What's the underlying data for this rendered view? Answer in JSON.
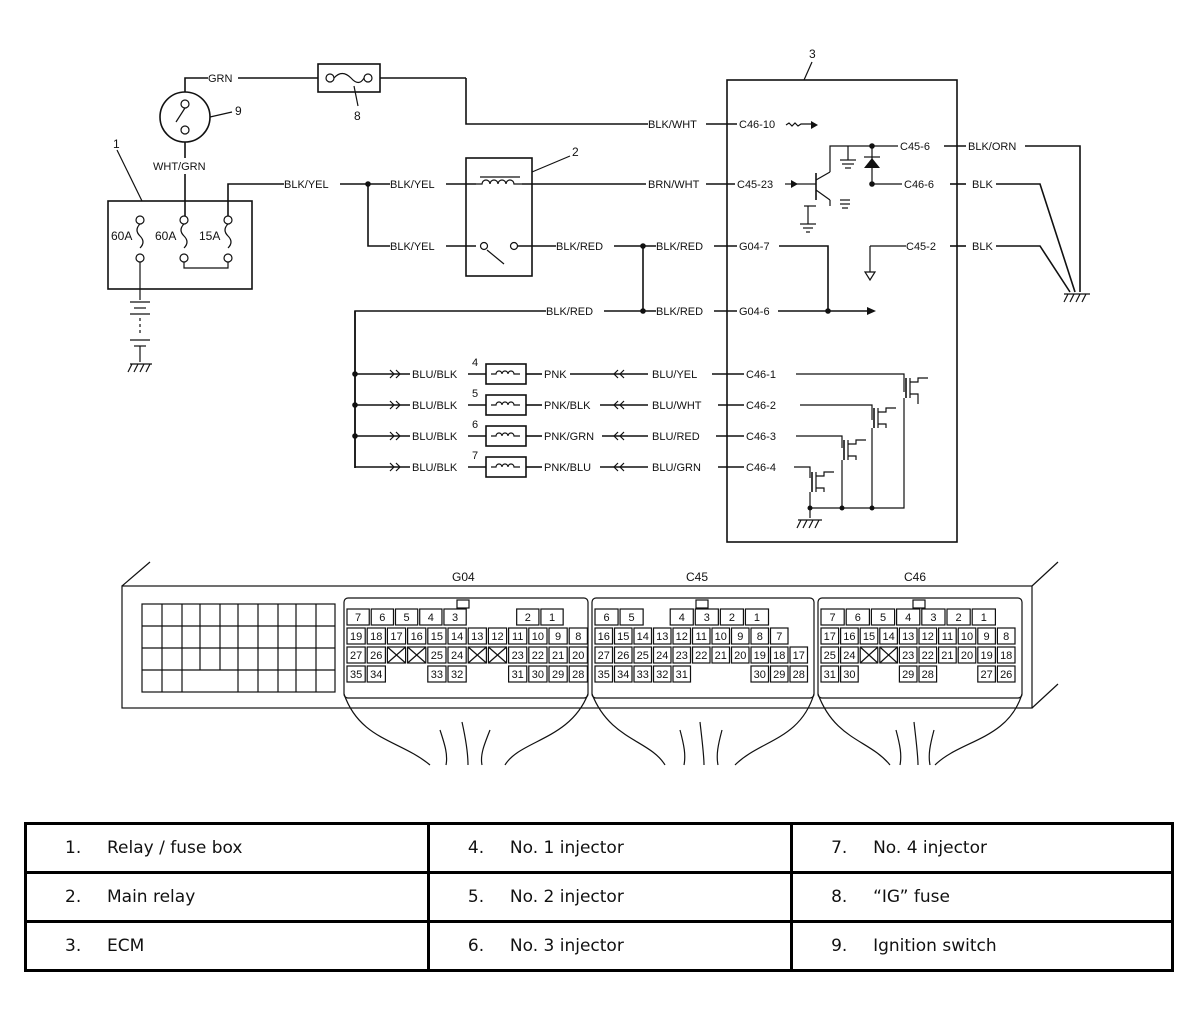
{
  "wire_labels": {
    "grn": "GRN",
    "wht_grn": "WHT/GRN",
    "blk_yel_1": "BLK/YEL",
    "blk_yel_2": "BLK/YEL",
    "blk_yel_3": "BLK/YEL",
    "blk_wht": "BLK/WHT",
    "brn_wht": "BRN/WHT",
    "blk_red_1": "BLK/RED",
    "blk_red_2": "BLK/RED",
    "blk_red_3": "BLK/RED",
    "blk_red_4": "BLK/RED",
    "blk_orn": "BLK/ORN",
    "blk_1": "BLK",
    "blk_2": "BLK",
    "blu_blk_1": "BLU/BLK",
    "blu_blk_2": "BLU/BLK",
    "blu_blk_3": "BLU/BLK",
    "blu_blk_4": "BLU/BLK",
    "pnk": "PNK",
    "pnk_blk": "PNK/BLK",
    "pnk_grn": "PNK/GRN",
    "pnk_blu": "PNK/BLU",
    "blu_yel": "BLU/YEL",
    "blu_wht": "BLU/WHT",
    "blu_red": "BLU/RED",
    "blu_grn": "BLU/GRN"
  },
  "terminals": {
    "c46_10": "C46-10",
    "c45_23": "C45-23",
    "g04_7": "G04-7",
    "g04_6": "G04-6",
    "c45_6": "C45-6",
    "c46_6": "C46-6",
    "c45_2": "C45-2",
    "c46_1": "C46-1",
    "c46_2": "C46-2",
    "c46_3": "C46-3",
    "c46_4": "C46-4"
  },
  "fuses": {
    "f1": "60A",
    "f2": "60A",
    "f3": "15A"
  },
  "callouts": {
    "c1": "1",
    "c2": "2",
    "c3": "3",
    "c4": "4",
    "c5": "5",
    "c6": "6",
    "c7": "7",
    "c8": "8",
    "c9": "9"
  },
  "connectors": {
    "g04": {
      "name": "G04",
      "rows": [
        [
          "7",
          "6",
          "5",
          "4",
          "3",
          "",
          "",
          "2",
          "1"
        ],
        [
          "19",
          "18",
          "17",
          "16",
          "15",
          "14",
          "13",
          "12",
          "11",
          "10",
          "9",
          "8"
        ],
        [
          "27",
          "26",
          "X",
          "X",
          "25",
          "24",
          "X",
          "X",
          "23",
          "22",
          "21",
          "20"
        ],
        [
          "35",
          "34",
          "",
          "",
          "33",
          "32",
          "",
          "",
          "31",
          "30",
          "29",
          "28"
        ]
      ]
    },
    "c45": {
      "name": "C45",
      "rows": [
        [
          "6",
          "5",
          "",
          "4",
          "3",
          "2",
          "1"
        ],
        [
          "16",
          "15",
          "14",
          "13",
          "12",
          "11",
          "10",
          "9",
          "8",
          "7"
        ],
        [
          "27",
          "26",
          "25",
          "24",
          "23",
          "22",
          "21",
          "20",
          "19",
          "18",
          "17"
        ],
        [
          "35",
          "34",
          "33",
          "32",
          "31",
          "",
          "",
          "",
          "30",
          "29",
          "28"
        ]
      ]
    },
    "c46": {
      "name": "C46",
      "rows": [
        [
          "7",
          "6",
          "5",
          "4",
          "3",
          "2",
          "1"
        ],
        [
          "17",
          "16",
          "15",
          "14",
          "13",
          "12",
          "11",
          "10",
          "9",
          "8"
        ],
        [
          "25",
          "24",
          "X",
          "X",
          "23",
          "22",
          "21",
          "20",
          "19",
          "18"
        ],
        [
          "31",
          "30",
          "",
          "",
          "29",
          "28",
          "",
          "",
          "27",
          "26"
        ]
      ]
    }
  },
  "legend": [
    [
      {
        "num": "1.",
        "text": "Relay / fuse box"
      },
      {
        "num": "4.",
        "text": "No. 1 injector"
      },
      {
        "num": "7.",
        "text": "No. 4 injector"
      }
    ],
    [
      {
        "num": "2.",
        "text": "Main relay"
      },
      {
        "num": "5.",
        "text": "No. 2 injector"
      },
      {
        "num": "8.",
        "text": "“IG” fuse"
      }
    ],
    [
      {
        "num": "3.",
        "text": "ECM"
      },
      {
        "num": "6.",
        "text": "No. 3 injector"
      },
      {
        "num": "9.",
        "text": "Ignition switch"
      }
    ]
  ]
}
